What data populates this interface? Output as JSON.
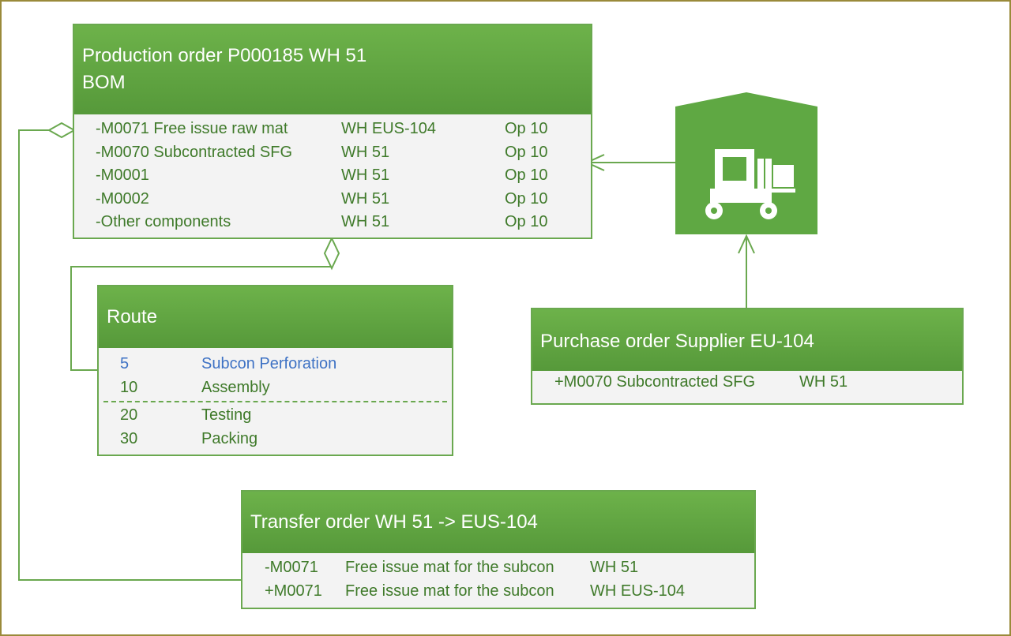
{
  "production_order": {
    "title_line1": "Production order P000185 WH 51",
    "title_line2": "BOM",
    "rows": [
      {
        "item": "-M0071 Free issue raw mat",
        "warehouse": "WH EUS-104",
        "operation": "Op 10"
      },
      {
        "item": "-M0070 Subcontracted SFG",
        "warehouse": "WH 51",
        "operation": "Op 10"
      },
      {
        "item": "-M0001",
        "warehouse": "WH 51",
        "operation": "Op 10"
      },
      {
        "item": "-M0002",
        "warehouse": "WH 51",
        "operation": "Op 10"
      },
      {
        "item": "-Other components",
        "warehouse": "WH 51",
        "operation": "Op 10"
      }
    ]
  },
  "route": {
    "title": "Route",
    "rows": [
      {
        "op": "5",
        "name": "Subcon Perforation"
      },
      {
        "op": "10",
        "name": "Assembly"
      },
      {
        "op": "20",
        "name": "Testing"
      },
      {
        "op": "30",
        "name": "Packing"
      }
    ]
  },
  "purchase_order": {
    "title": "Purchase order Supplier EU-104",
    "rows": [
      {
        "item": "+M0070 Subcontracted SFG",
        "warehouse": "WH 51"
      }
    ]
  },
  "transfer_order": {
    "title": "Transfer order WH 51 -> EUS-104",
    "rows": [
      {
        "item": "-M0071",
        "description": "Free issue mat for the subcon",
        "warehouse": "WH 51"
      },
      {
        "item": "+M0071",
        "description": "Free issue mat for the subcon",
        "warehouse": "WH EUS-104"
      }
    ]
  },
  "icons": {
    "warehouse": "forklift-warehouse-icon",
    "diamond": "aggregation-diamond-icon",
    "arrow": "open-arrow-icon"
  },
  "colors": {
    "header_green": "#5fa843",
    "text_green": "#3f7a2a",
    "line_green": "#6aa84f",
    "highlight_blue": "#3e72c4",
    "frame": "#9a8a3a"
  }
}
